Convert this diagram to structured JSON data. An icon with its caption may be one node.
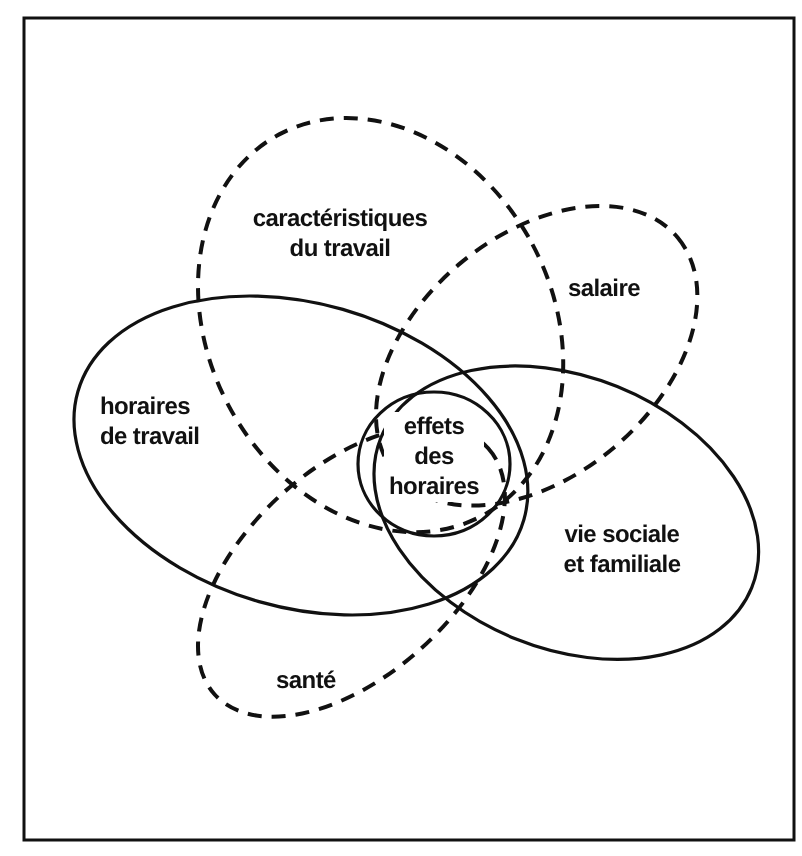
{
  "diagram": {
    "nodes": [
      {
        "text": [
          "caractéristiques du travail"
        ]
      },
      {
        "text": [
          "salaire"
        ]
      },
      {
        "text": [
          "horaires de travail"
        ]
      },
      {
        "text": [
          "effets des horaires"
        ]
      },
      {
        "text": [
          "vie sociale et familiale"
        ]
      },
      {
        "text": [
          "santé"
        ]
      }
    ]
  }
}
